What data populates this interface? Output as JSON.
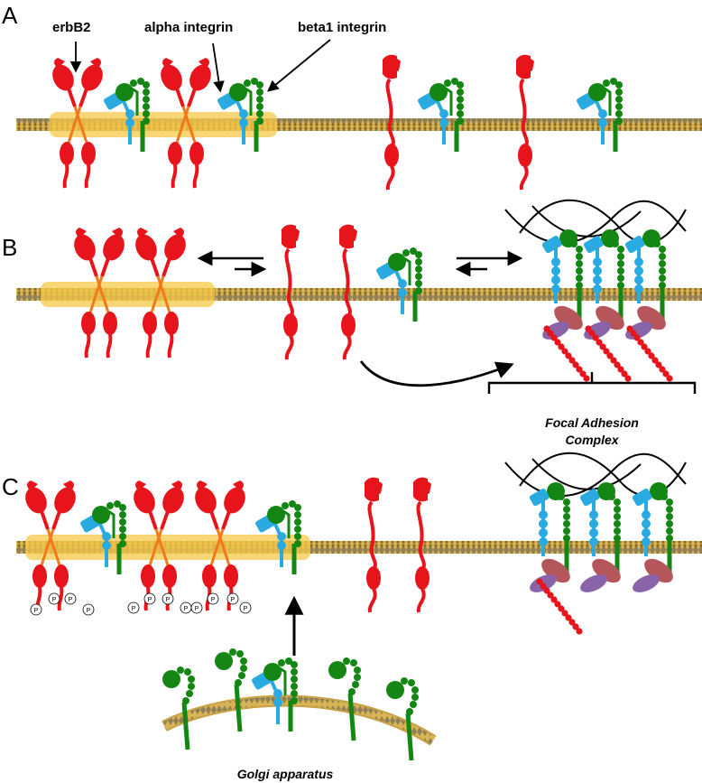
{
  "panels": {
    "a": "A",
    "b": "B",
    "c": "C"
  },
  "labels": {
    "erbb2": "erbB2",
    "alpha_integrin": "alpha integrin",
    "beta1_integrin": "beta1 integrin",
    "focal_adhesion_line1": "Focal Adhesion",
    "focal_adhesion_line2": "Complex",
    "golgi": "Golgi apparatus",
    "phospho": "P"
  },
  "colors": {
    "erbb2": "#e8141b",
    "erbb2_tm": "#f07a1a",
    "alpha_integrin": "#29abe2",
    "beta1_integrin": "#138613",
    "raft": "#f7c948",
    "membrane": "#c8a245",
    "fak_brown": "#b5565a",
    "fak_purple": "#8a64a8",
    "actin_red": "#e8141b"
  }
}
